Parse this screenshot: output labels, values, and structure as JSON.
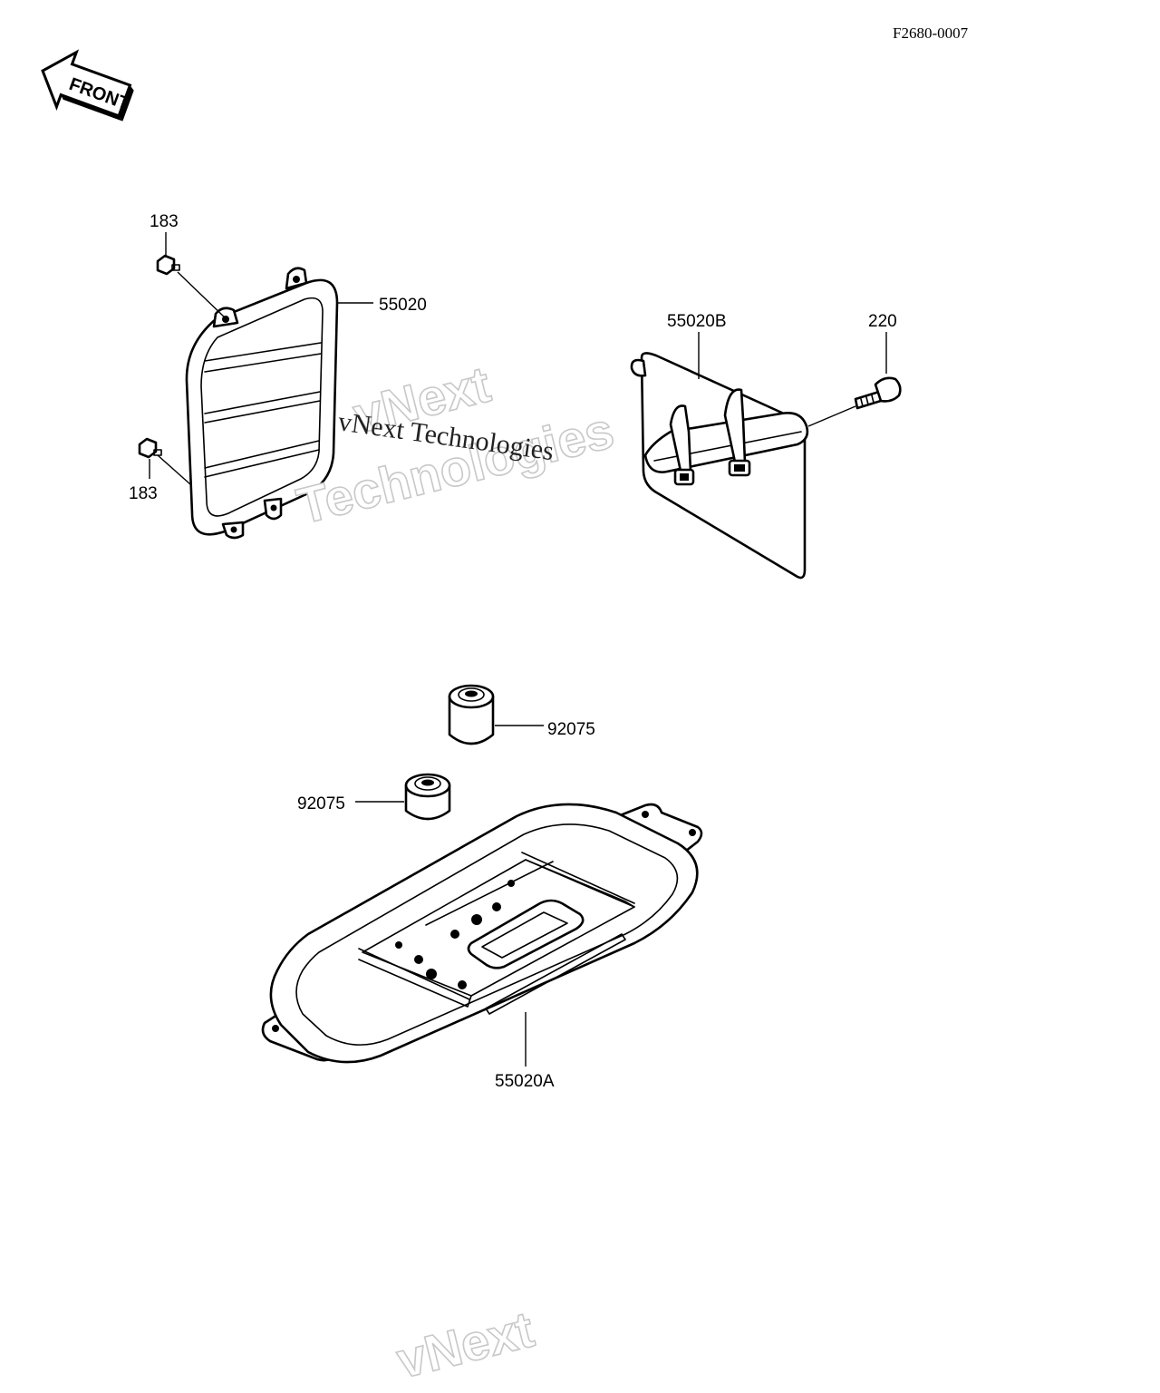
{
  "diagram_code": "F2680-0007",
  "front_arrow_label": "FRONT",
  "callouts": {
    "bolt_183_top": "183",
    "bolt_183_bottom": "183",
    "cover_55020": "55020",
    "bracket_55020B": "55020B",
    "bolt_220": "220",
    "damper_92075_a": "92075",
    "damper_92075_b": "92075",
    "tray_55020A": "55020A"
  },
  "watermarks": {
    "text_line": "vNext Technologies",
    "outline_line1": "vNext",
    "outline_line2": "Technologies",
    "outline_bottom": "vNext"
  }
}
